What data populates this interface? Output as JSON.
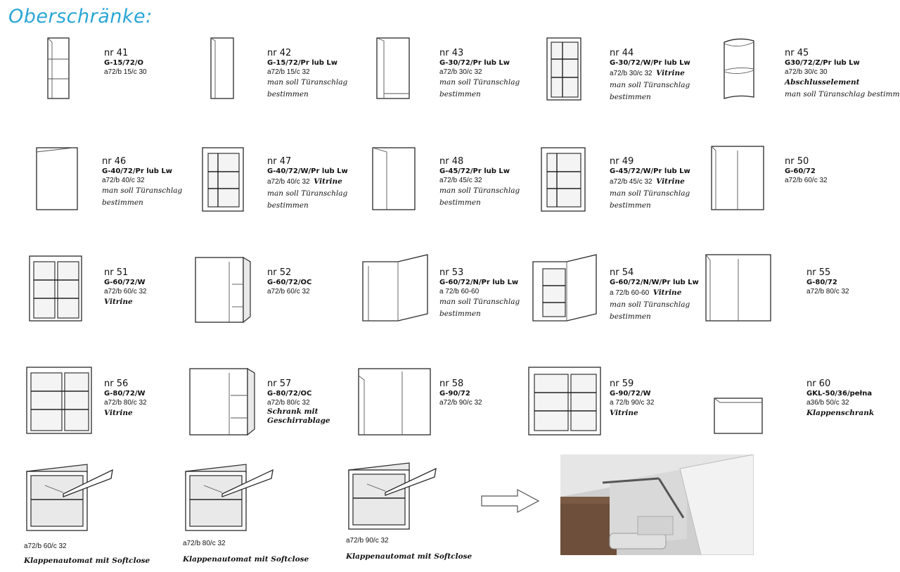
{
  "title": "Oberschränke:",
  "items": [
    {
      "nr": "nr 41",
      "code": "G-15/72/O",
      "dims": "a72/b 15/c 30",
      "notes": []
    },
    {
      "nr": "nr 42",
      "code": "G-15/72/Pr lub Lw",
      "dims": "a72/b 15/c 32",
      "notes": [
        "man soll Türanschlag",
        "bestimmen"
      ]
    },
    {
      "nr": "nr 43",
      "code": "G-30/72/Pr lub Lw",
      "dims": "a72/b 30/c 32",
      "notes": [
        "man soll Türanschlag",
        "bestimmen"
      ]
    },
    {
      "nr": "nr 44",
      "code": "G-30/72/W/Pr lub Lw",
      "dims": "a72/b 30/c 32",
      "dimsExtra": "Vitrine",
      "notes": [
        "man soll Türanschlag",
        "bestimmen"
      ]
    },
    {
      "nr": "nr 45",
      "code": "G30/72/Z/Pr lub Lw",
      "dims": "a72/b 30/c 30",
      "notes": [
        "Abschlusselement",
        "man soll Türanschlag bestimmen"
      ]
    },
    {
      "nr": "nr 46",
      "code": "G-40/72/Pr lub Lw",
      "dims": "a72/b 40/c 32",
      "notes": [
        "man soll Türanschlag",
        "bestimmen"
      ]
    },
    {
      "nr": "nr 47",
      "code": "G-40/72/W/Pr lub Lw",
      "dims": "a72/b 40/c 32",
      "dimsExtra": "Vitrine",
      "notes": [
        "man soll Türanschlag",
        "bestimmen"
      ]
    },
    {
      "nr": "nr 48",
      "code": "G-45/72/Pr lub Lw",
      "dims": "a72/b 45/c 32",
      "notes": [
        "man soll Türanschlag",
        "bestimmen"
      ]
    },
    {
      "nr": "nr 49",
      "code": "G-45/72/W/Pr lub Lw",
      "dims": "a72/b 45/c 32",
      "dimsExtra": "Vitrine",
      "notes": [
        "man soll Türanschlag",
        "bestimmen"
      ]
    },
    {
      "nr": "nr 50",
      "code": "G-60/72",
      "dims": "a72/b 60/c 32",
      "notes": []
    },
    {
      "nr": "nr 51",
      "code": "G-60/72/W",
      "dims": "a72/b 60/c 32",
      "notes": [
        "Vitrine"
      ]
    },
    {
      "nr": "nr 52",
      "code": "G-60/72/OC",
      "dims": "a72/b 60/c 32",
      "notes": []
    },
    {
      "nr": "nr 53",
      "code": "G-60/72/N/Pr lub Lw",
      "dims": "a 72/b 60-60",
      "notes": [
        "man soll Türanschlag",
        "bestimmen"
      ]
    },
    {
      "nr": "nr 54",
      "code": "G-60/72/N/W/Pr lub Lw",
      "dims": "a 72/b 60-60",
      "dimsExtra": "Vitrine",
      "notes": [
        "man soll Türanschlag",
        "bestimmen"
      ]
    },
    {
      "nr": "nr 55",
      "code": "G-80/72",
      "dims": "a72/b 80/c 32",
      "notes": []
    },
    {
      "nr": "nr 56",
      "code": "G-80/72/W",
      "dims": "a72/b 80/c 32",
      "notes": [
        "Vitrine"
      ]
    },
    {
      "nr": "nr 57",
      "code": "G-80/72/OC",
      "dims": "a72/b 80/c 32",
      "notes": [
        "Schrank mit",
        "Geschirrablage"
      ]
    },
    {
      "nr": "nr 58",
      "code": "G-90/72",
      "dims": "a72/b 90/c 32",
      "notes": []
    },
    {
      "nr": "nr 59",
      "code": "G-90/72/W",
      "dims": "a 72/b 90/c 32",
      "notes": [
        "Vitrine"
      ]
    },
    {
      "nr": "nr 60",
      "code": "GKL-50/36/pełna",
      "dims": "a36/b 50/c 32",
      "notes": [
        "Klappenschrank"
      ]
    }
  ],
  "flaps": [
    {
      "dims": "a72/b 60/c 32",
      "note": "Klappenautomat mit Softclose"
    },
    {
      "dims": "a72/b 80/c 32",
      "note": "Klappenautomat mit Softclose"
    },
    {
      "dims": "a72/b 90/c 32",
      "note": "Klappenautomat mit Softclose"
    }
  ]
}
